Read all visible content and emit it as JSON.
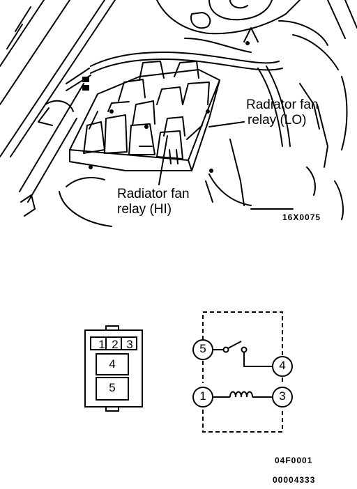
{
  "engine_bay": {
    "callout_lo": [
      "Radiator fan",
      "relay (LO)"
    ],
    "callout_hi": [
      "Radiator fan",
      "relay (HI)"
    ],
    "figure_code": "16X0075"
  },
  "relay_connector": {
    "top_terminals": [
      "1",
      "2",
      "3"
    ],
    "middle_terminal": "4",
    "bottom_terminal": "5"
  },
  "relay_schematic": {
    "terminals": [
      "5",
      "4",
      "1",
      "3"
    ]
  },
  "footer": {
    "figure_code": "04F0001",
    "doc_number": "00004333"
  }
}
